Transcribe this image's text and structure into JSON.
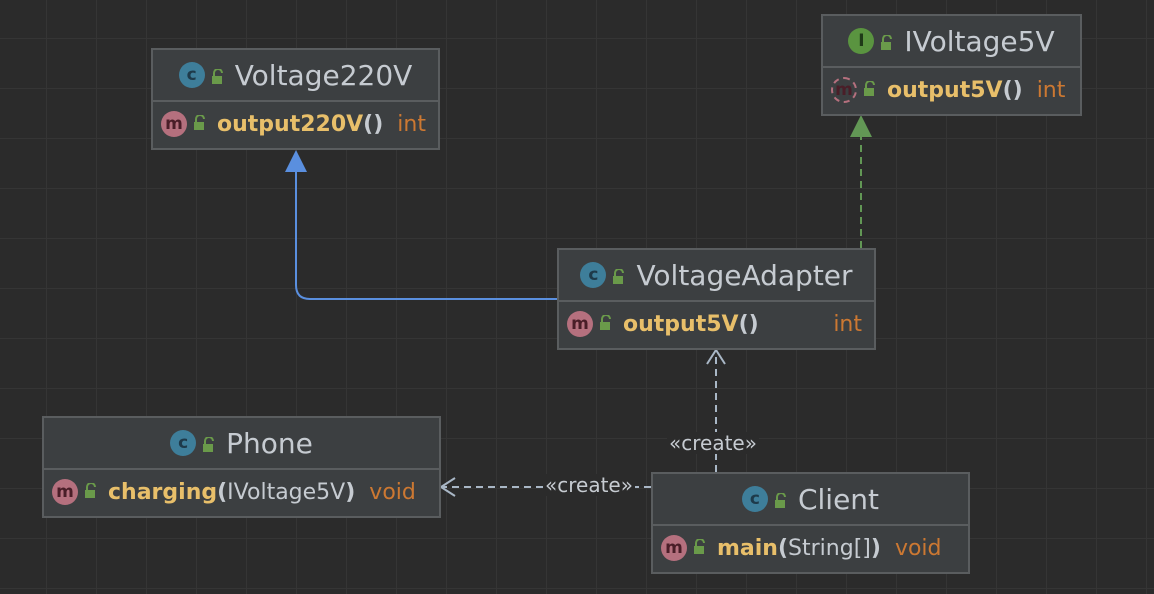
{
  "classes": {
    "voltage220v": {
      "kind_letter": "c",
      "name": "Voltage220V",
      "method": {
        "name": "output220V",
        "open": "(",
        "close": ")",
        "params": "",
        "return": "int"
      }
    },
    "ivoltage5v": {
      "kind_letter": "I",
      "name": "IVoltage5V",
      "method": {
        "name": "output5V",
        "open": "(",
        "close": ")",
        "params": "",
        "return": "int"
      }
    },
    "voltageadapter": {
      "kind_letter": "c",
      "name": "VoltageAdapter",
      "method": {
        "name": "output5V",
        "open": "(",
        "close": ")",
        "params": "",
        "return": "int"
      }
    },
    "phone": {
      "kind_letter": "c",
      "name": "Phone",
      "method": {
        "name": "charging",
        "open": "(",
        "close": ")",
        "params": "IVoltage5V",
        "return": "void"
      }
    },
    "client": {
      "kind_letter": "c",
      "name": "Client",
      "method": {
        "name": "main",
        "open": "(",
        "close": ")",
        "params": "String[]",
        "return": "void"
      }
    }
  },
  "method_badge_letter": "m",
  "relations": {
    "client_to_adapter_label": "«create»",
    "client_to_phone_label": "«create»"
  },
  "colors": {
    "background": "#2b2b2b",
    "node_fill": "#3c3f41",
    "inheritance_edge": "#5a8fdf",
    "realization_edge": "#629755",
    "dependency_edge": "#a9b7c6",
    "method_name": "#e8bf6a",
    "return_type": "#cc7832"
  }
}
